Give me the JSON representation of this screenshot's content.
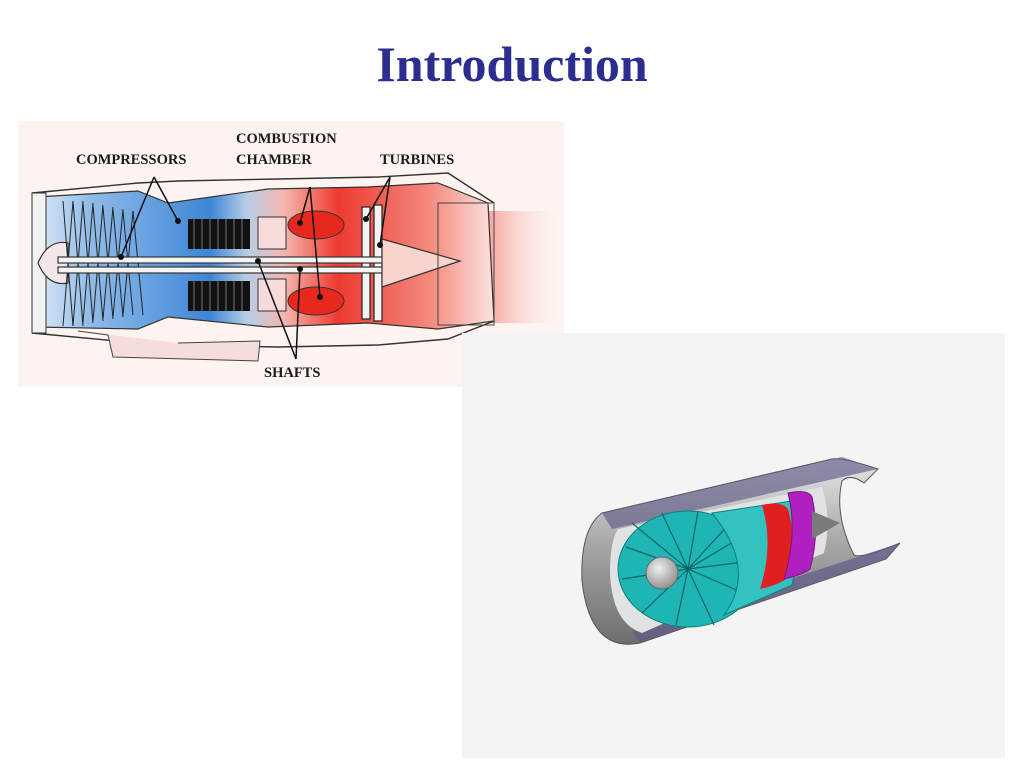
{
  "slide": {
    "title": "Introduction"
  },
  "diagram": {
    "labels": {
      "compressors": "COMPRESSORS",
      "combustion_line1": "COMBUSTION",
      "combustion_line2": "CHAMBER",
      "turbines": "TURBINES",
      "shafts": "SHAFTS"
    },
    "colors": {
      "cold_flow": "#4a90d9",
      "hot_flow": "#f0302a",
      "background": "#fdf3f1"
    }
  },
  "render": {
    "colors": {
      "casing": "#9a9a9a",
      "compressor": "#1fb5b5",
      "combustor": "#e02020",
      "turbine": "#b020c0",
      "background": "#f4f4f4"
    }
  }
}
